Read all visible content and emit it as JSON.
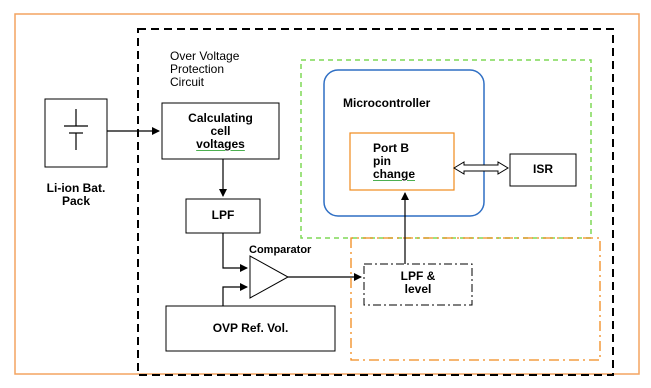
{
  "diagram": {
    "colors": {
      "frame_orange": "#f4a460",
      "green_dashed": "#7ed957",
      "blue_box": "#2f6fc4",
      "orange_dashdot": "#f08a1c",
      "line": "#000000"
    },
    "battery": {
      "label_line1": "Li-ion Bat.",
      "label_line2": "Pack",
      "icon": "battery-cell-icon"
    },
    "ovp_region": {
      "title_line1": "Over Voltage",
      "title_line2": "Protection",
      "title_line3": "Circuit"
    },
    "blocks": {
      "calc_line1": "Calculating",
      "calc_line2": "cell",
      "calc_line3": "voltages",
      "lpf1": "LPF",
      "comparator": "Comparator",
      "ovp_ref": "OVP Ref. Vol.",
      "microcontroller": "Microcontroller",
      "portb_line1": "Port B",
      "portb_line2": "pin",
      "portb_line3": "change",
      "isr": "ISR",
      "lpf_level_line1": "LPF &",
      "lpf_level_line2": "level"
    }
  }
}
